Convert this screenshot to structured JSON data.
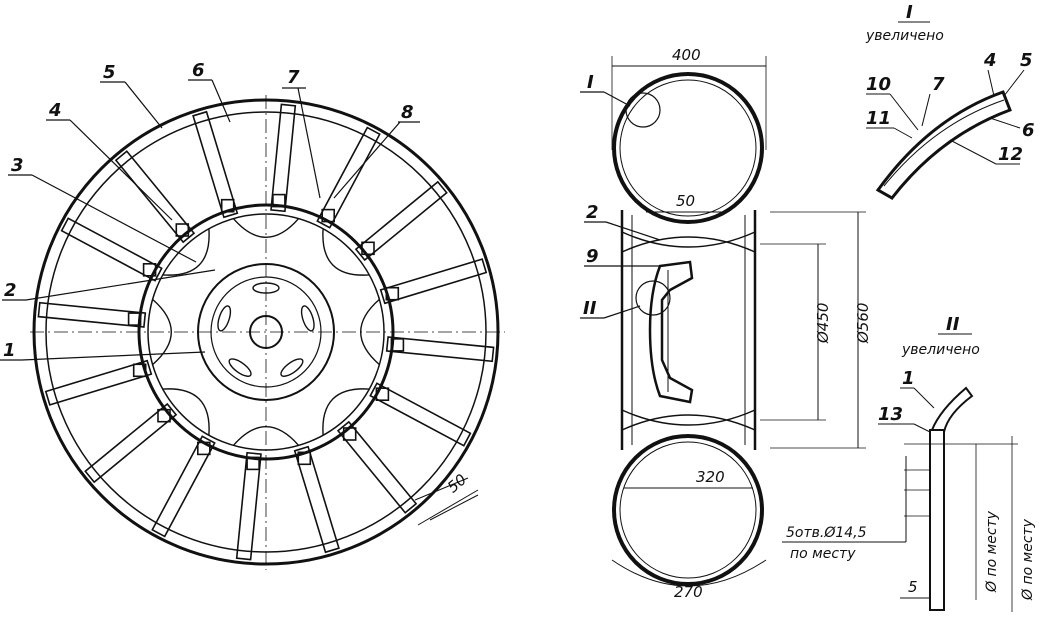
{
  "front_view": {
    "callouts": [
      "5",
      "6",
      "7",
      "8",
      "4",
      "3",
      "2",
      "1"
    ],
    "spoke_count": 16,
    "dimension_50": "50"
  },
  "side_view": {
    "section_marks": [
      "I",
      "II"
    ],
    "callouts": [
      "2",
      "9"
    ],
    "dim_400": "400",
    "dim_50": "50",
    "dim_450": "Ø450",
    "dim_560": "Ø560",
    "dim_320": "320",
    "dim_270": "270",
    "holes_note_line1": "5отв.Ø14,5",
    "holes_note_line2": "по месту"
  },
  "detail_I": {
    "title_numeral": "I",
    "title_word": "увеличено",
    "callouts": [
      "10",
      "7",
      "4",
      "5",
      "11",
      "6",
      "12"
    ]
  },
  "detail_II": {
    "title_numeral": "II",
    "title_word": "увеличено",
    "callouts": [
      "1",
      "13"
    ],
    "dim_5": "5",
    "vert_label_1": "Ø по месту",
    "vert_label_2": "Ø по месту"
  }
}
